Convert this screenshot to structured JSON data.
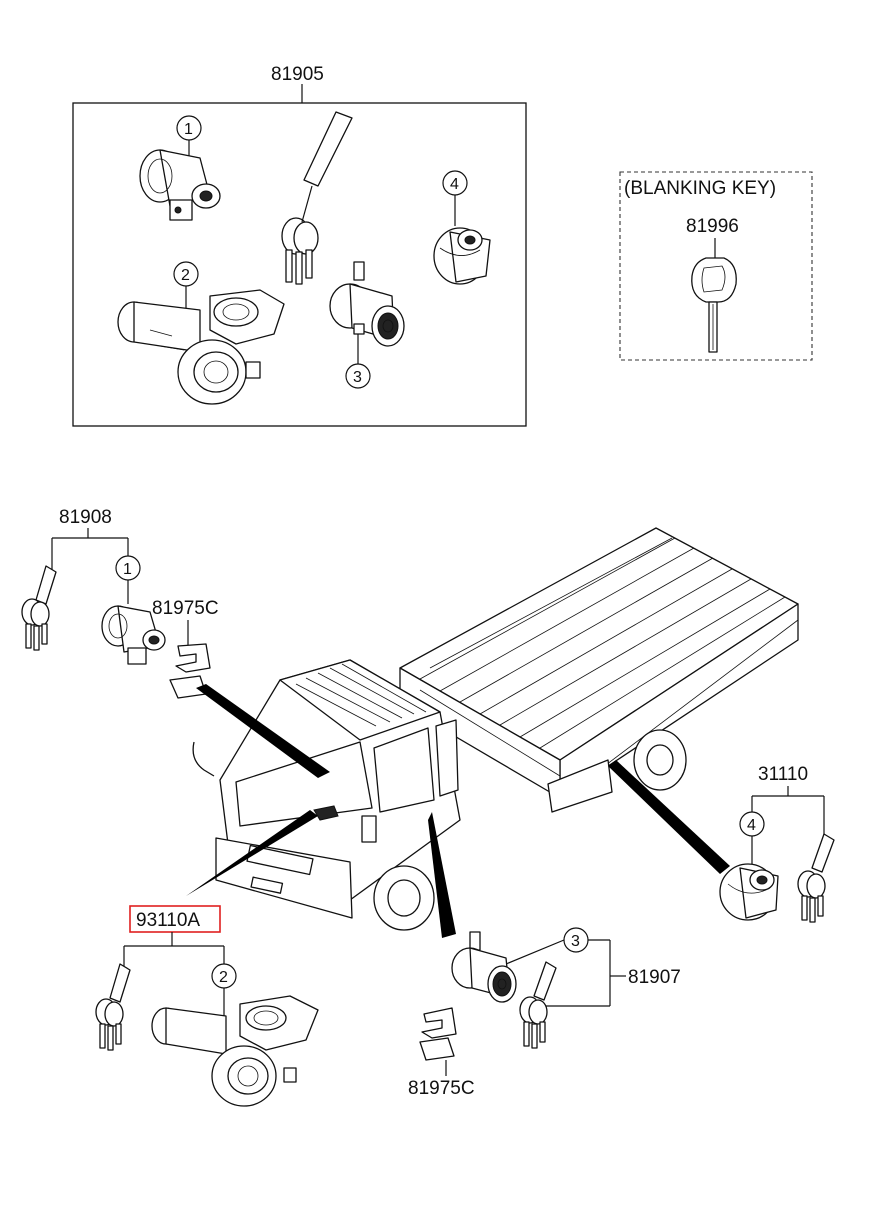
{
  "diagram": {
    "top_box": {
      "part_number": "81905",
      "callouts": [
        "1",
        "2",
        "3",
        "4"
      ]
    },
    "blanking_key": {
      "title": "(BLANKING KEY)",
      "part_number": "81996"
    },
    "parts": {
      "p81908": "81908",
      "p81975c_upper": "81975C",
      "p31110": "31110",
      "p93110a": "93110A",
      "p81907": "81907",
      "p81975c_lower": "81975C"
    },
    "callouts_lower": {
      "c1": "1",
      "c2": "2",
      "c3": "3",
      "c4": "4"
    },
    "highlight_color": "#e02020"
  }
}
